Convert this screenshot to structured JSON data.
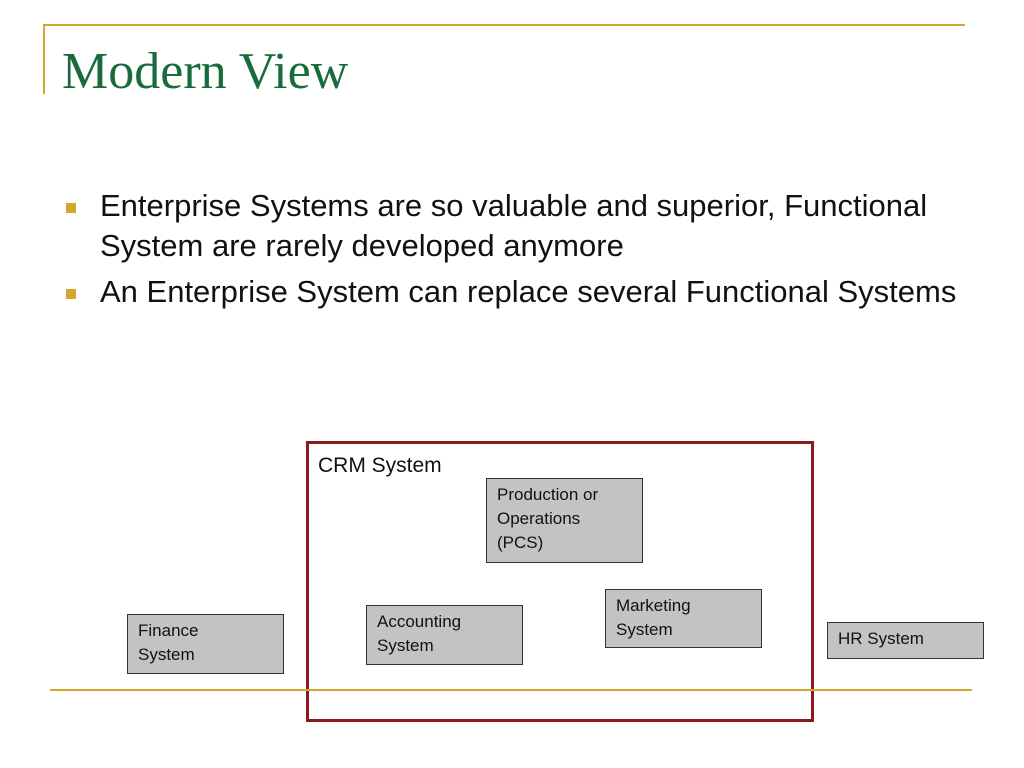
{
  "title": "Modern View",
  "bullets": [
    "Enterprise Systems are so valuable and superior, Functional System are rarely developed anymore",
    "An Enterprise System can replace several Functional Systems"
  ],
  "diagram": {
    "container_label": "CRM System",
    "boxes": {
      "production": "Production or\nOperations\n(PCS)",
      "accounting": "Accounting\nSystem",
      "marketing": "Marketing\nSystem",
      "finance": "Finance\nSystem",
      "hr": "HR System"
    }
  },
  "colors": {
    "title": "#1a6b3c",
    "accent_rule": "#d4a72c",
    "container_border": "#8b1a1a",
    "box_fill": "#c3c3c3"
  }
}
